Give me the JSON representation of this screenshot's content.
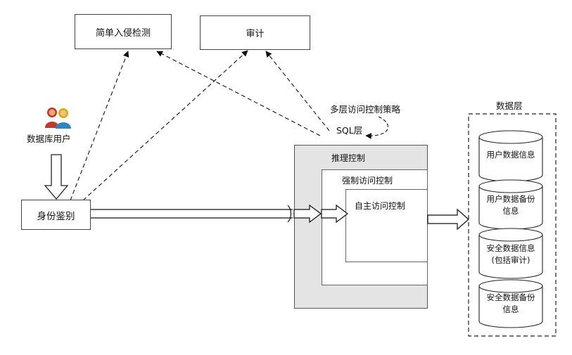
{
  "nodes": {
    "intrusion_detection": "简单入侵检测",
    "audit": "审计",
    "db_user": "数据库用户",
    "identity_auth": "身份鉴别",
    "policy": "多层访问控制策略",
    "sql_layer": "SQL层",
    "inference_control": "推理控制",
    "mandatory_access_control": "强制访问控制",
    "discretionary_access_control": "自主访问控制"
  },
  "data_layer": {
    "title": "数据层",
    "items": [
      {
        "line1": "用户数据信息",
        "line2": ""
      },
      {
        "line1": "用户数据备份",
        "line2": "信息"
      },
      {
        "line1": "安全数据信息",
        "line2": "(包括审计)"
      },
      {
        "line1": "安全数据备份",
        "line2": "信息"
      }
    ]
  },
  "icons": {
    "users": "people-icon"
  }
}
